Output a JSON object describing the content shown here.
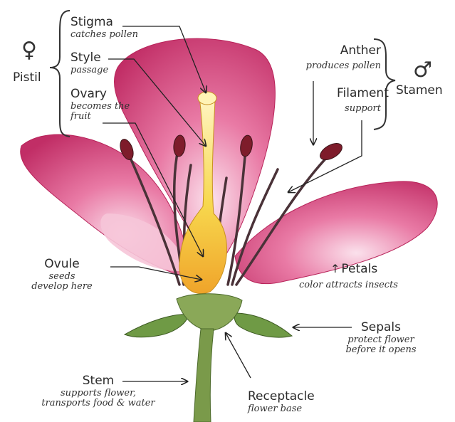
{
  "labels": {
    "pistil": {
      "title": "Pistil",
      "symbol": "♀"
    },
    "stamen": {
      "title": "Stamen",
      "symbol": "♂"
    },
    "stigma": {
      "title": "Stigma",
      "desc": "catches pollen"
    },
    "style": {
      "title": "Style",
      "desc": "passage"
    },
    "ovary": {
      "title": "Ovary",
      "desc1": "becomes the",
      "desc2": "fruit"
    },
    "anther": {
      "title": "Anther",
      "desc": "produces pollen"
    },
    "filament": {
      "title": "Filament",
      "desc": "support"
    },
    "ovule": {
      "title": "Ovule",
      "desc1": "seeds",
      "desc2": "develop here"
    },
    "petals": {
      "title": "Petals",
      "desc": "color attracts insects"
    },
    "sepals": {
      "title": "Sepals",
      "desc1": "protect flower",
      "desc2": "before it opens"
    },
    "stem": {
      "title": "Stem",
      "desc1": "supports flower,",
      "desc2": "transports food & water"
    },
    "receptacle": {
      "title": "Receptacle",
      "desc": "flower base"
    }
  },
  "colors": {
    "petal": "#d94f86",
    "petal_light": "#f2b6cf",
    "petal_dark": "#b8245a",
    "pistil": "#f4d24a",
    "ovary": "#f0b030",
    "stamen": "#4a3238",
    "anther": "#8a1f2c",
    "sepal": "#6f9a45",
    "stem": "#7a9a4a",
    "line": "#222222"
  }
}
